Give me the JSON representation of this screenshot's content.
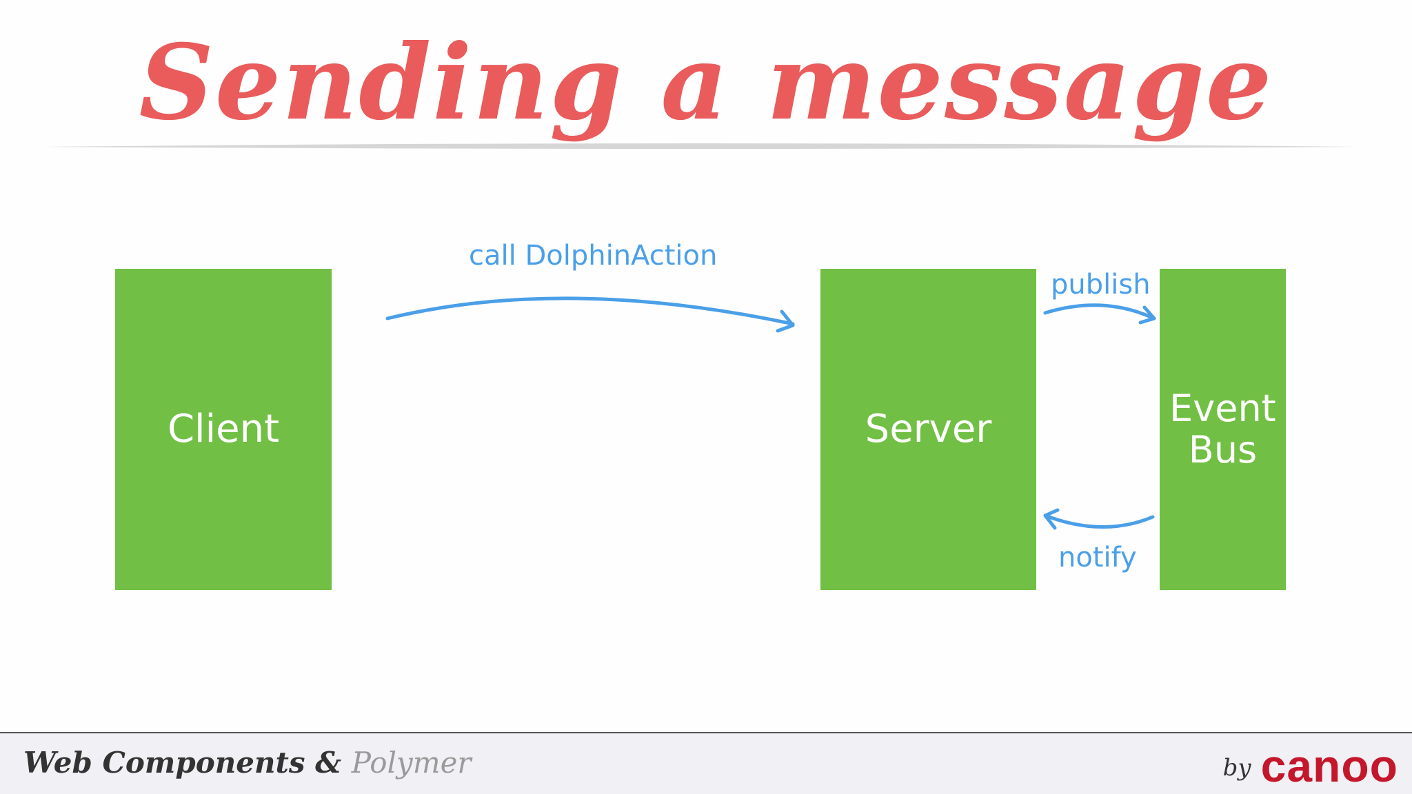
{
  "title": "Sending a message",
  "boxes": {
    "client": "Client",
    "server": "Server",
    "event_bus_line1": "Event",
    "event_bus_line2": "Bus"
  },
  "arrows": {
    "call": "call DolphinAction",
    "publish": "publish",
    "notify": "notify"
  },
  "footer": {
    "title_part1": "Web Components & ",
    "title_part2": "Polymer",
    "by": "by",
    "brand": "canoo"
  },
  "colors": {
    "title": "#ea5b5b",
    "box": "#71bf44",
    "arrow": "#4a9fe8",
    "brand": "#c4172c"
  }
}
